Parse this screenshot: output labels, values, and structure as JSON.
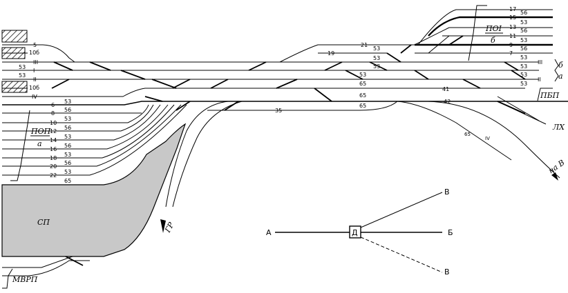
{
  "track_numbers": {
    "left": [
      "5",
      "10б",
      "III",
      "I",
      "II",
      "10б",
      "IV",
      "6",
      "8",
      "10",
      "12",
      "14",
      "16",
      "18",
      "20",
      "22"
    ],
    "right_top": [
      "17",
      "15",
      "13",
      "11",
      "9",
      "7"
    ],
    "mid": [
      "21",
      "19",
      "41",
      "42",
      "35",
      "IV",
      "III",
      "II"
    ]
  },
  "capacities": {
    "left": [
      "53",
      "53",
      "53",
      "56",
      "53",
      "56",
      "53",
      "56",
      "53",
      "56",
      "53",
      "65"
    ],
    "mid": [
      "53",
      "53",
      "53",
      "53",
      "65",
      "65",
      "65",
      "65"
    ],
    "right": [
      "56",
      "53",
      "56",
      "53",
      "56",
      "53",
      "53",
      "53",
      "53"
    ]
  },
  "park_labels": {
    "poi": "ПОI",
    "poi_sub": "б",
    "pop": "ПОП",
    "pop_sub": "а",
    "pbp": "ПБП",
    "mvrp": "МВРП",
    "sp": "СП",
    "gr": "ГР",
    "lh": "ЛХ",
    "nav": "на В",
    "side_b": "б",
    "side_a": "а"
  },
  "legend": {
    "a": "А",
    "d": "Д",
    "b": "Б",
    "v_top": "В",
    "v_bottom": "В"
  }
}
